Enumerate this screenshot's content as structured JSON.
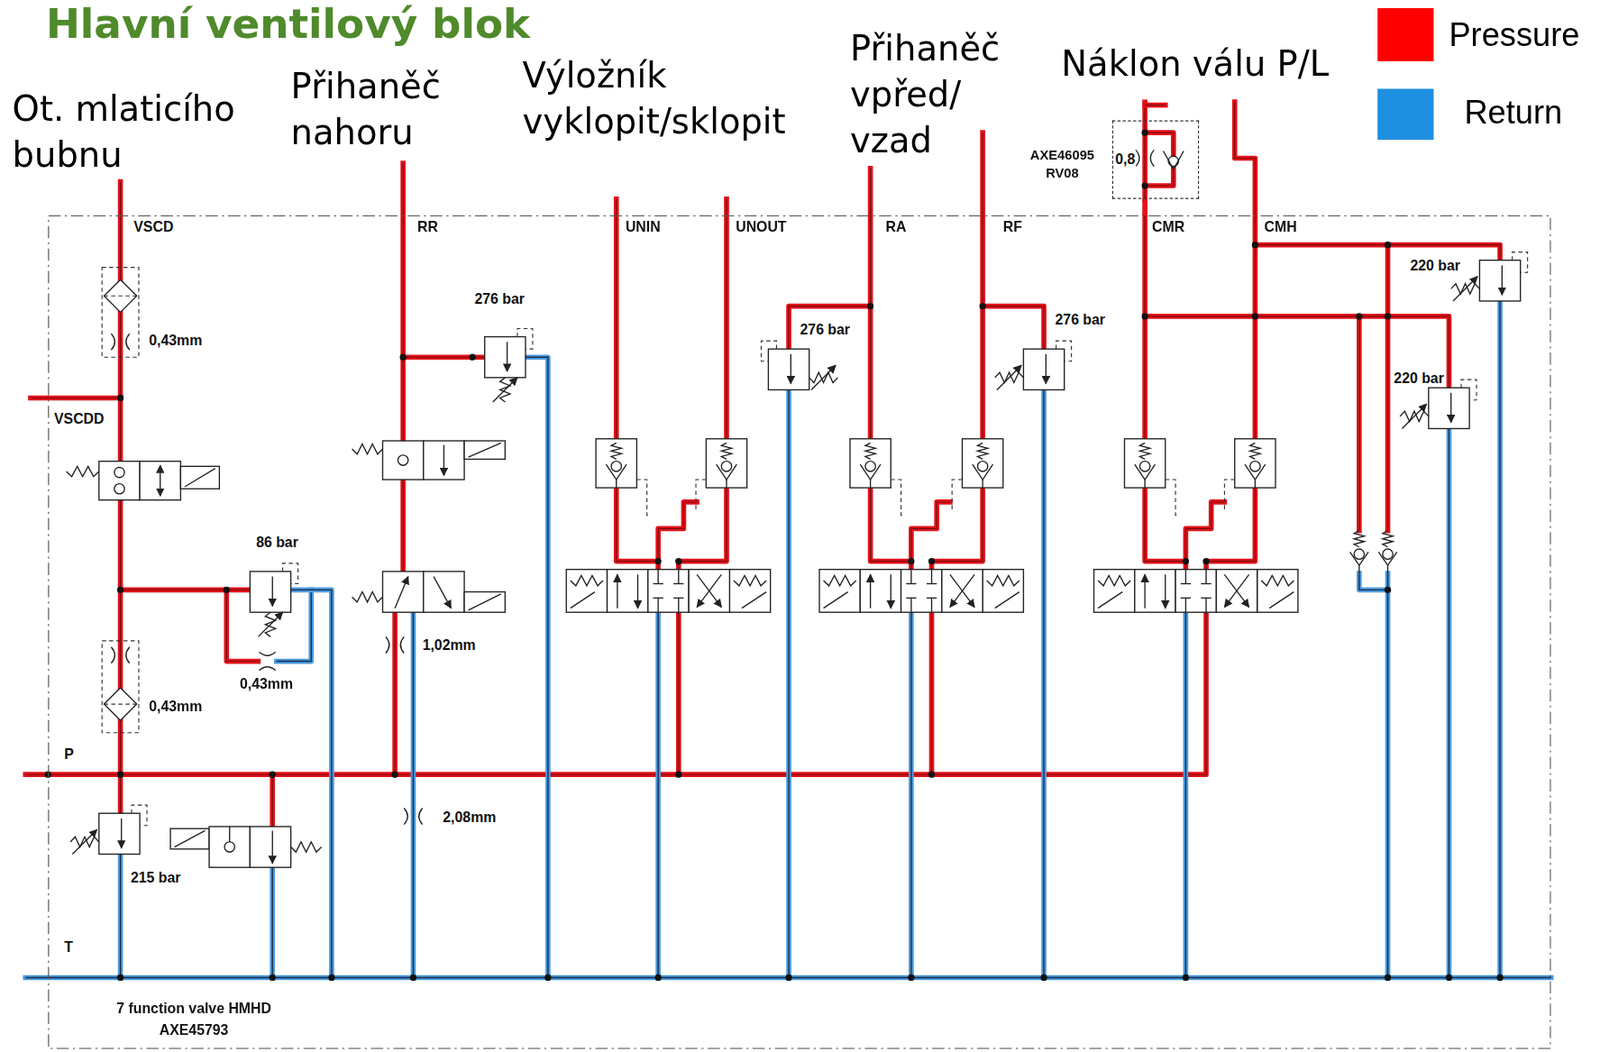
{
  "diagram": {
    "title": "Hlavní ventilový blok",
    "nodes": [
      {
        "text": [
          "7 function valve HMHD AXE45793"
        ]
      },
      {
        "text": [
          "AXE46095 RV08"
        ]
      }
    ],
    "edges": [
      {
        "from": 1,
        "to": 0,
        "arrow": "none"
      }
    ],
    "labels": [
      "Ot. mlaticího bubnu",
      "Přihaněč nahoru",
      "Výložník vyklopit/sklopit",
      "Přihaněč vpřed/ vzad",
      "Náklon válu P/L",
      "VSCD",
      "RR",
      "UNIN",
      "UNOUT",
      "RA",
      "RF",
      "CMR",
      "CMH",
      "0,43mm",
      "VSCDD",
      "86 bar",
      "0,43mm",
      "0,43mm",
      "1,02mm",
      "2,08mm",
      "276 bar",
      "276 bar",
      "276 bar",
      "220 bar",
      "220 bar",
      "215 bar",
      "P",
      "T",
      "0,8"
    ],
    "legend": [
      {
        "text": "Pressure",
        "color": "#ff0000"
      },
      {
        "text": "Return",
        "color": "#1e8fe0"
      }
    ]
  }
}
